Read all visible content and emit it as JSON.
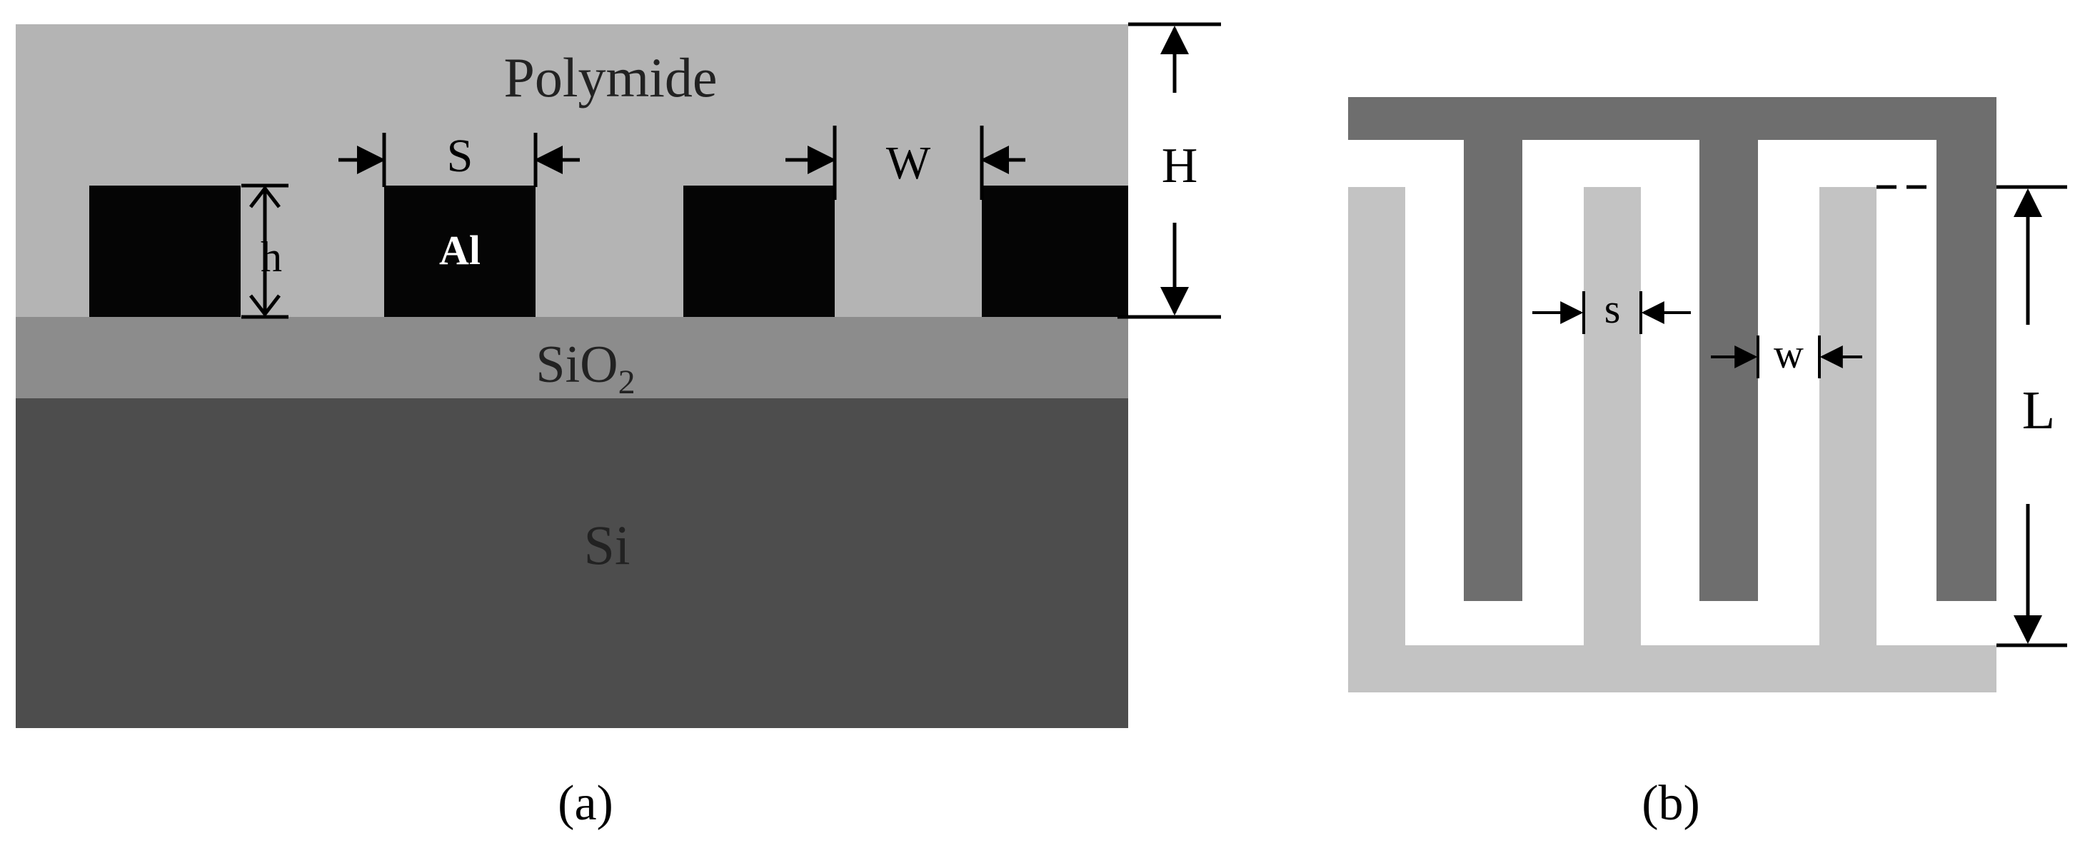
{
  "colors": {
    "polymide": "#b4b4b4",
    "aluminum": "#050505",
    "sio2": "#8c8c8c",
    "silicon": "#4d4d4d",
    "comb_dark": "#6e6e6e",
    "comb_light": "#c3c3c3",
    "annotation": "#000000",
    "al_label": "#ffffff"
  },
  "panel_a": {
    "caption": "(a)",
    "layers": {
      "polymide": "Polymide",
      "sio2_base": "SiO",
      "sio2_sub": "2",
      "si": "Si"
    },
    "electrode_label": "Al",
    "dims": {
      "S": "S",
      "W": "W",
      "H": "H",
      "h": "h"
    }
  },
  "panel_b": {
    "caption": "(b)",
    "dims": {
      "s": "s",
      "w": "w",
      "L": "L"
    }
  }
}
